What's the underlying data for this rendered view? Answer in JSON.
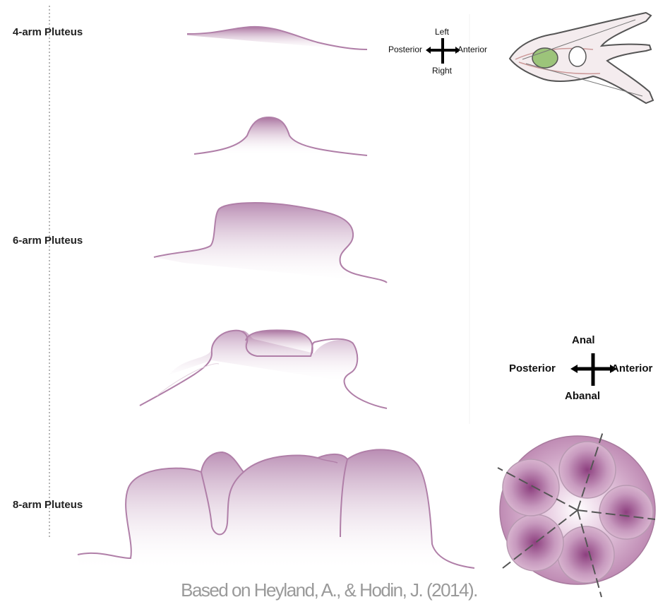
{
  "stages": [
    {
      "id": "4arm",
      "label": "4-arm Pluteus"
    },
    {
      "id": "6arm",
      "label": "6-arm Pluteus"
    },
    {
      "id": "8arm",
      "label": "8-arm Pluteus"
    }
  ],
  "orientation_top": {
    "top": "Left",
    "bottom": "Right",
    "left": "Posterior",
    "right": "Anterior"
  },
  "orientation_bottom": {
    "top": "Anal",
    "bottom": "Abanal",
    "left": "Posterior",
    "right": "Anterior"
  },
  "citation": "Based on Heyland, A., & Hodin, J. (2014).",
  "colors": {
    "outline": "#b07fa8",
    "fill_dark": "#9b5a8e",
    "fill_light": "#ffffff",
    "larva_stomach": "#9cc47a",
    "citation": "#9a9a9a"
  }
}
